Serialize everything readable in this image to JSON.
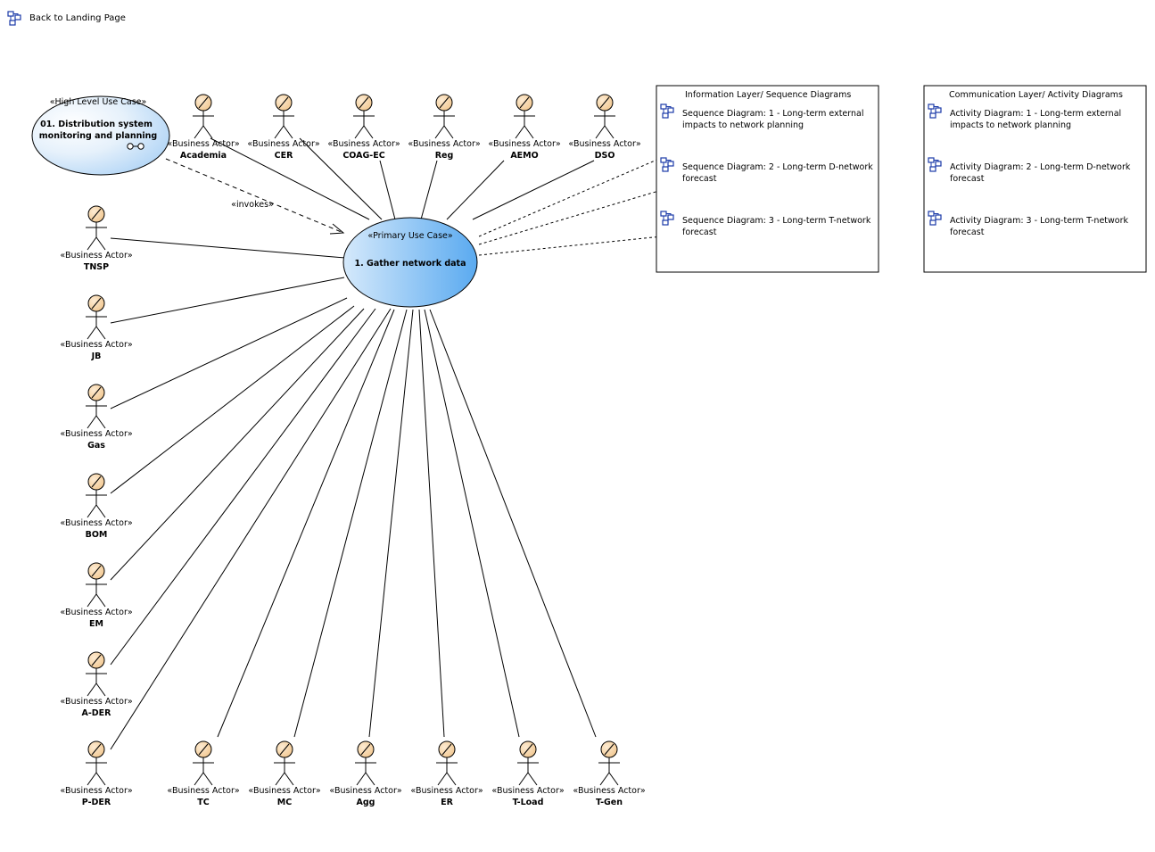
{
  "nav": {
    "back_label": "Back to Landing Page",
    "back_icon": "diagram-link-icon"
  },
  "high_level_use_case": {
    "stereotype": "«High Level Use Case»",
    "name_lines": [
      "01. Distribution system",
      "monitoring and planning"
    ]
  },
  "primary_use_case": {
    "stereotype": "«Primary Use Case»",
    "name": "1. Gather network data"
  },
  "invokes_label": "«invokes»",
  "actor_stereotype": "«Business Actor»",
  "actors": {
    "top": [
      "Academia",
      "CER",
      "COAG-EC",
      "Reg",
      "AEMO",
      "DSO"
    ],
    "left": [
      "TNSP",
      "JB",
      "Gas",
      "BOM",
      "EM",
      "A-DER",
      "P-DER"
    ],
    "bottom": [
      "TC",
      "MC",
      "Agg",
      "ER",
      "T-Load",
      "T-Gen"
    ]
  },
  "info_layer": {
    "title": "Information Layer/ Sequence Diagrams",
    "items": [
      [
        "Sequence Diagram: 1 - Long-term external",
        "impacts to network planning"
      ],
      [
        "Sequence Diagram: 2 - Long-term D-network",
        "forecast"
      ],
      [
        "Sequence Diagram: 3 - Long-term T-network",
        "forecast"
      ]
    ]
  },
  "comm_layer": {
    "title": "Communication Layer/ Activity Diagrams",
    "items": [
      [
        "Activity Diagram: 1 - Long-term external",
        "impacts to network planning"
      ],
      [
        "Activity Diagram: 2 - Long-term D-network",
        "forecast"
      ],
      [
        "Activity Diagram: 3 - Long-term T-network",
        "forecast"
      ]
    ]
  },
  "colors": {
    "actor_head": "#f5d3a3",
    "use_case_light": "#e6f1fb",
    "use_case_mid": "#a8d0f5",
    "primary_light": "#d5e9fb",
    "primary_dark": "#5aaaf0",
    "icon_blue": "#1a3aa8"
  }
}
